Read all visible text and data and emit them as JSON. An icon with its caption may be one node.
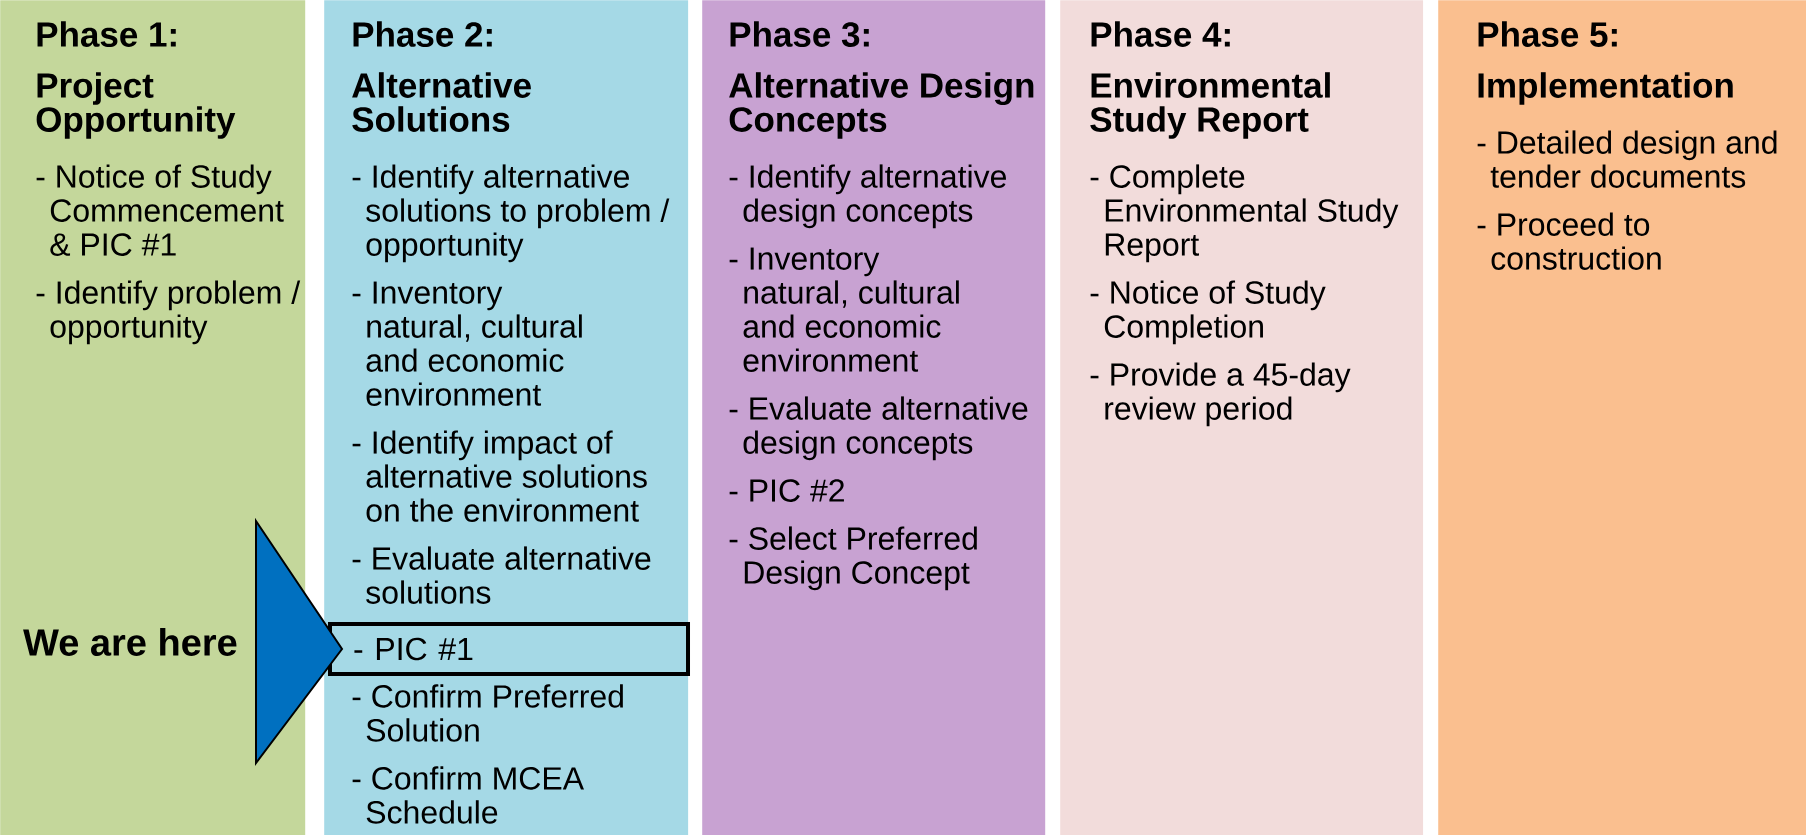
{
  "diagram": {
    "nodes": [
      {
        "text": [
          "Phase 1:",
          "Project Opportunity",
          "- Notice of Study Commencement & PIC #1",
          "- Identify problem / opportunity"
        ]
      },
      {
        "text": [
          "We are here"
        ],
        "in": 0
      },
      {
        "text": [
          "Phase 2:",
          "Alternative Solutions",
          "- Identify alternative solutions to problem / opportunity",
          "- Inventory natural, cultural and economic environment",
          "- Identify impact of alternative solutions on the environment",
          "- Evaluate alternative solutions",
          "- Confirm Preferred Solution",
          "- Confirm MCEA Schedule"
        ]
      },
      {
        "text": [
          "- PIC #1"
        ],
        "in": 2
      },
      {
        "text": [
          "Phase 3:",
          "Alternative Design Concepts",
          "- Identify alternative design concepts",
          "- Inventory natural, cultural and economic environment",
          "- Evaluate alternative design concepts",
          "- PIC #2",
          "- Select Preferred Design Concept"
        ]
      },
      {
        "text": [
          "Phase 4:",
          "Environmental Study Report",
          "- Complete Environmental Study Report",
          "- Notice of Study Completion",
          "- Provide a 45-day review period"
        ]
      },
      {
        "text": [
          "Phase 5:",
          "Implementation",
          "- Detailed design and tender documents",
          "- Proceed to construction"
        ]
      }
    ],
    "edges": [
      {
        "from": 1,
        "to": 3,
        "arrow": "to"
      }
    ]
  }
}
